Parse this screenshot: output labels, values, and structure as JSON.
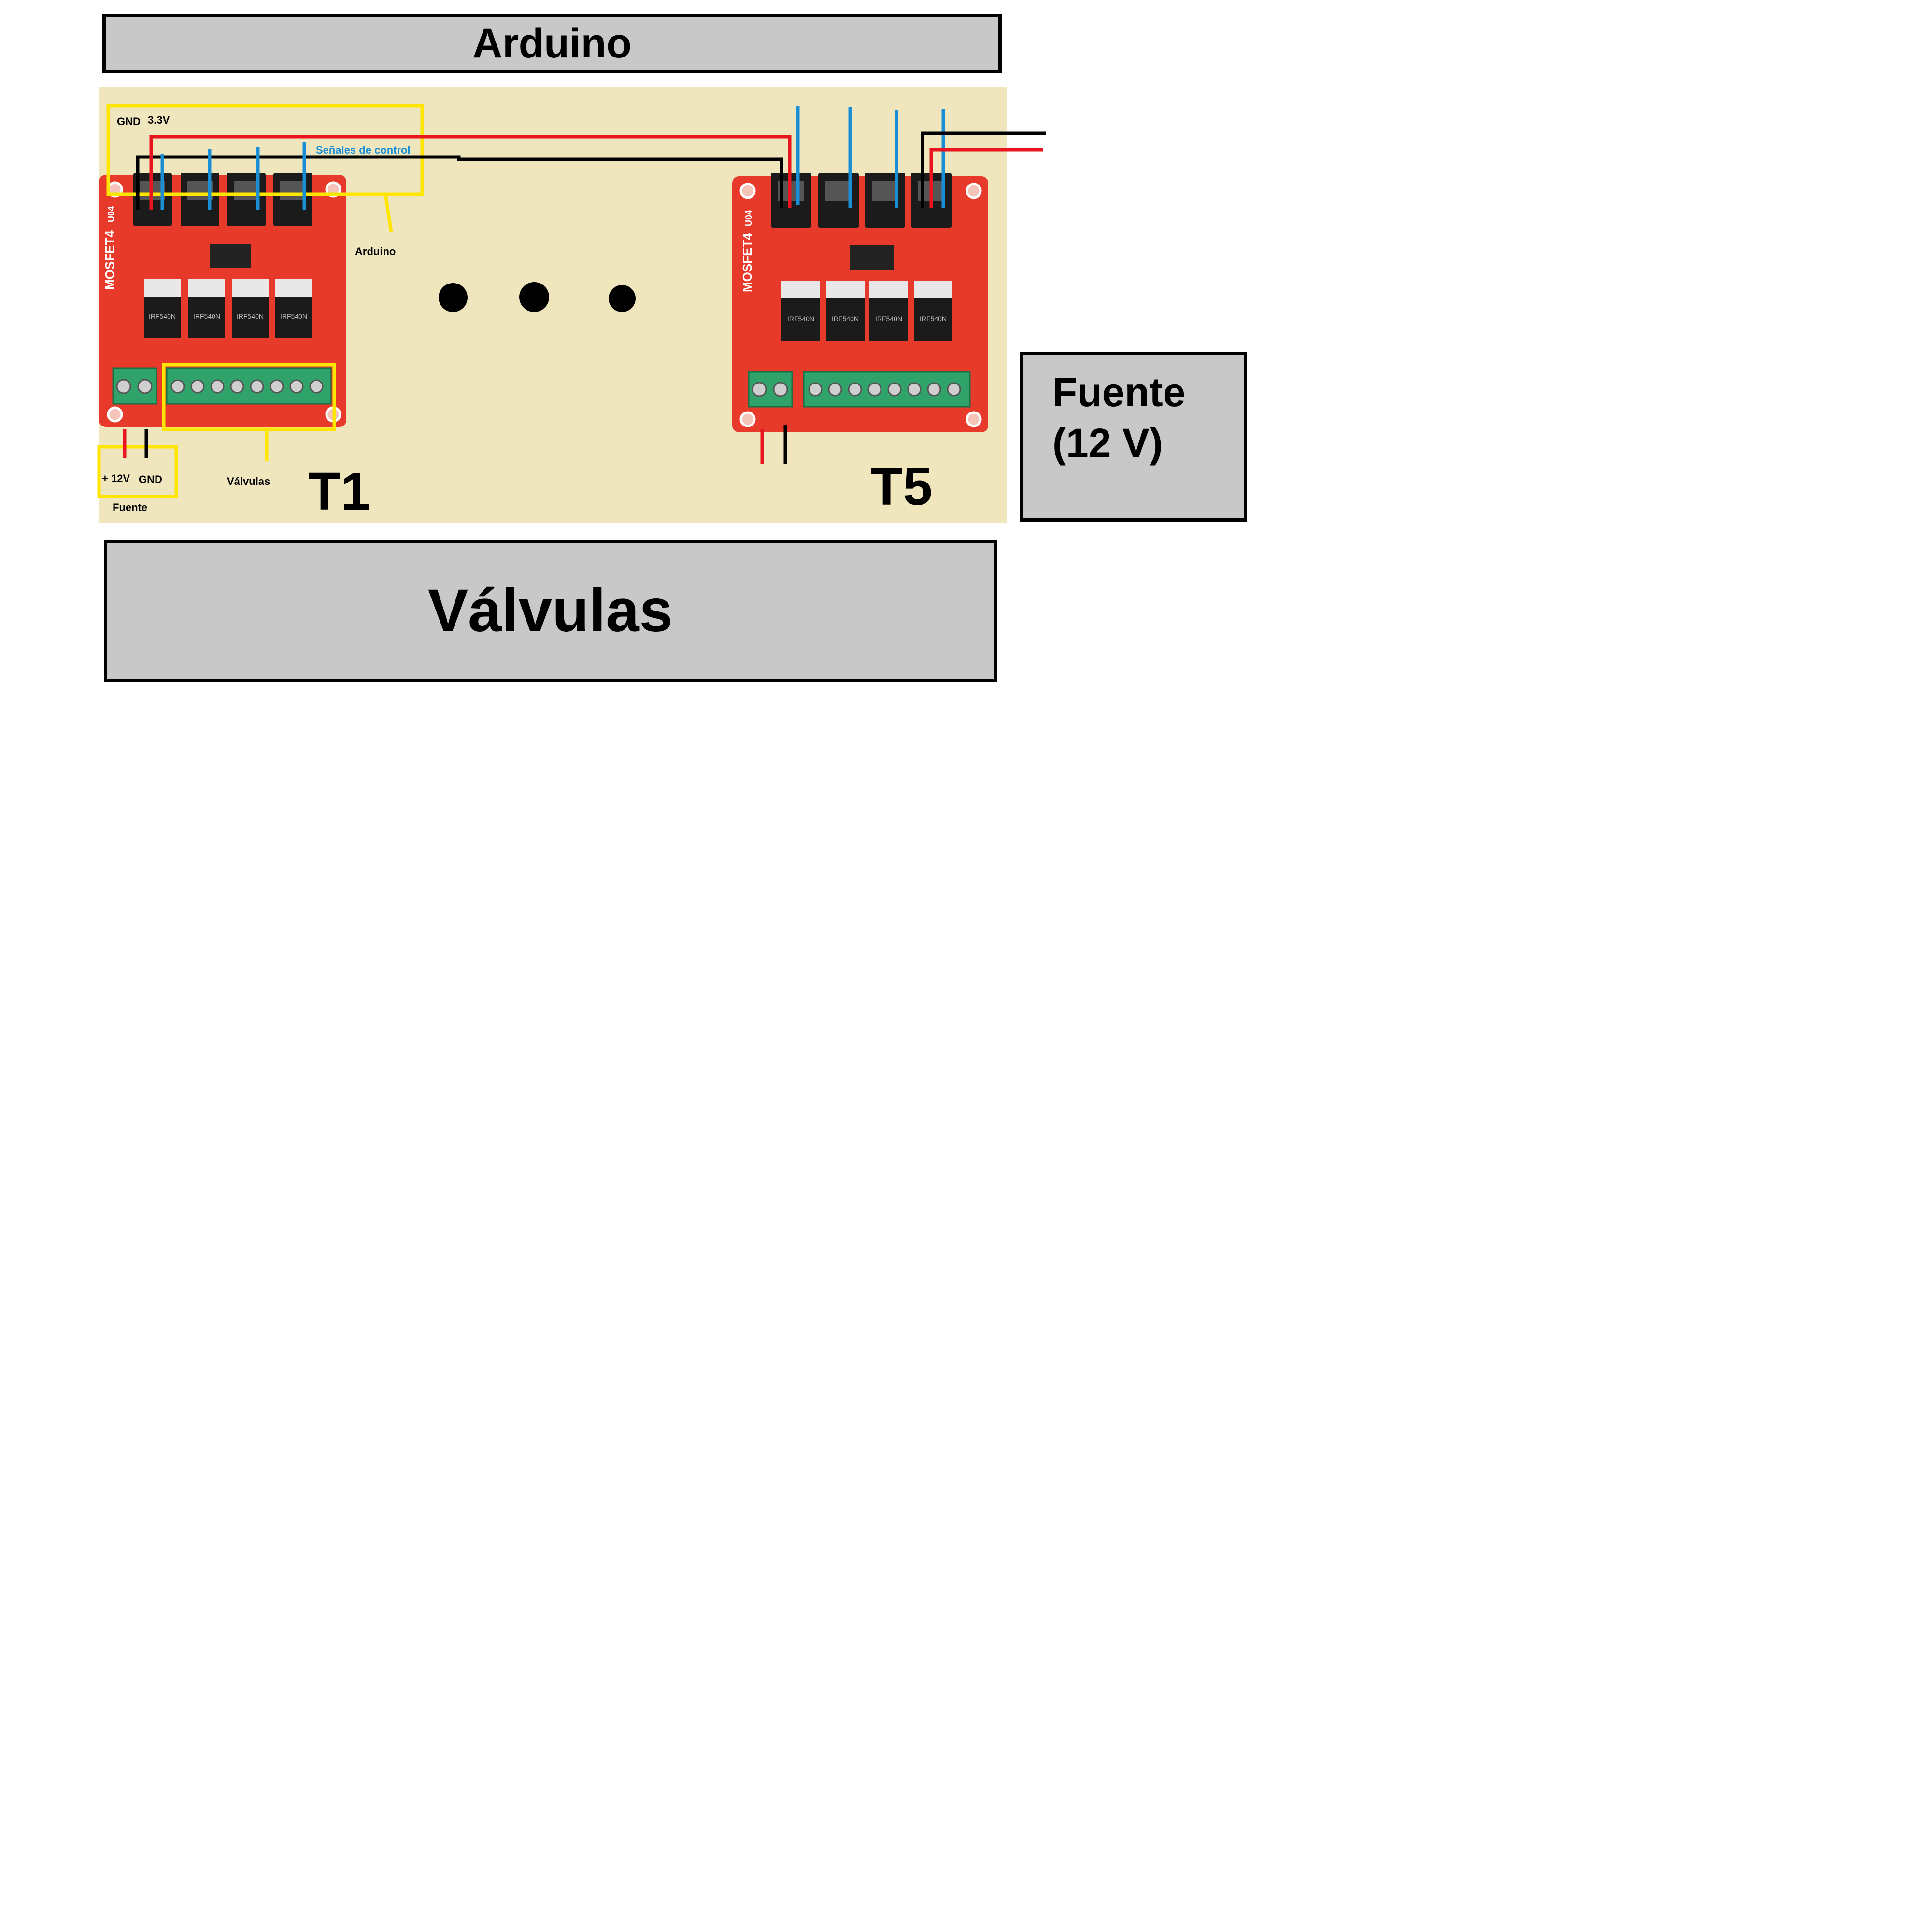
{
  "arduino_box": {
    "label": "Arduino"
  },
  "valvulas_box": {
    "label": "Válvulas"
  },
  "fuente_box": {
    "line1": "Fuente",
    "line2": "(12 V)"
  },
  "board_t1": {
    "id_label": "T1",
    "silk_text": "MOSFET4",
    "silk_ver": "U04",
    "mosfet_label": "IRF540N",
    "header_labels": {
      "gnd": "GND",
      "v33": "3.3V"
    },
    "control_label": "Señales de control",
    "arduino_label": "Arduino",
    "valvulas_label": "Válvulas",
    "power_labels": {
      "plus": "+ 12V",
      "gnd": "GND"
    },
    "fuente_label": "Fuente"
  },
  "board_t5": {
    "id_label": "T5",
    "silk_text": "MOSFET4",
    "silk_ver": "U04",
    "mosfet_label": "IRF540N"
  },
  "colors": {
    "panel": "#f0e6be",
    "pcb": "#e83a2a",
    "highlight": "#ffe600",
    "wire_red": "#e8141e",
    "wire_black": "#000000",
    "wire_blue": "#1a8fd6",
    "terminal": "#2fa36a"
  }
}
